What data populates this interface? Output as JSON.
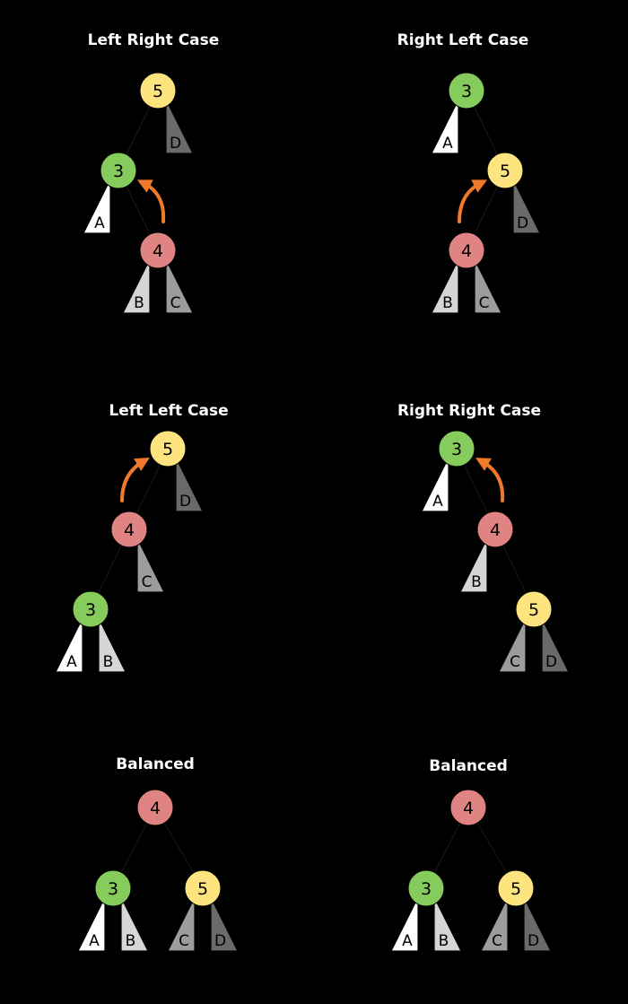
{
  "colors": {
    "background": "#000000",
    "title": "#ffffff",
    "node_green": "#86cc5c",
    "node_yellow": "#fde47f",
    "node_red": "#e08383",
    "subtree_A": "#ffffff",
    "subtree_B": "#d6d6d6",
    "subtree_C": "#9c9c9c",
    "subtree_D": "#6a6a6a",
    "arrow": "#f07a2a"
  },
  "panels": [
    {
      "id": "left-right-case",
      "title": "Left Right Case",
      "nodes": [
        {
          "id": "n5",
          "label": "5",
          "color": "yellow"
        },
        {
          "id": "n3",
          "label": "3",
          "color": "green"
        },
        {
          "id": "n4",
          "label": "4",
          "color": "red"
        }
      ],
      "edges": [
        [
          "n5",
          "n3"
        ],
        [
          "n3",
          "n4"
        ]
      ],
      "subtrees": [
        {
          "label": "D",
          "parent": "n5",
          "side": "right"
        },
        {
          "label": "A",
          "parent": "n3",
          "side": "left"
        },
        {
          "label": "B",
          "parent": "n4",
          "side": "left"
        },
        {
          "label": "C",
          "parent": "n4",
          "side": "right"
        }
      ],
      "rotation_arrow": {
        "from": "n4",
        "to": "n3"
      }
    },
    {
      "id": "right-left-case",
      "title": "Right Left Case",
      "nodes": [
        {
          "id": "n3",
          "label": "3",
          "color": "green"
        },
        {
          "id": "n5",
          "label": "5",
          "color": "yellow"
        },
        {
          "id": "n4",
          "label": "4",
          "color": "red"
        }
      ],
      "edges": [
        [
          "n3",
          "n5"
        ],
        [
          "n5",
          "n4"
        ]
      ],
      "subtrees": [
        {
          "label": "A",
          "parent": "n3",
          "side": "left"
        },
        {
          "label": "D",
          "parent": "n5",
          "side": "right"
        },
        {
          "label": "B",
          "parent": "n4",
          "side": "left"
        },
        {
          "label": "C",
          "parent": "n4",
          "side": "right"
        }
      ],
      "rotation_arrow": {
        "from": "n4",
        "to": "n5"
      }
    },
    {
      "id": "left-left-case",
      "title": "Left Left Case",
      "nodes": [
        {
          "id": "n5",
          "label": "5",
          "color": "yellow"
        },
        {
          "id": "n4",
          "label": "4",
          "color": "red"
        },
        {
          "id": "n3",
          "label": "3",
          "color": "green"
        }
      ],
      "edges": [
        [
          "n5",
          "n4"
        ],
        [
          "n4",
          "n3"
        ]
      ],
      "subtrees": [
        {
          "label": "D",
          "parent": "n5",
          "side": "right"
        },
        {
          "label": "C",
          "parent": "n4",
          "side": "right"
        },
        {
          "label": "A",
          "parent": "n3",
          "side": "left"
        },
        {
          "label": "B",
          "parent": "n3",
          "side": "right"
        }
      ],
      "rotation_arrow": {
        "from": "n4",
        "to": "n5"
      }
    },
    {
      "id": "right-right-case",
      "title": "Right Right Case",
      "nodes": [
        {
          "id": "n3",
          "label": "3",
          "color": "green"
        },
        {
          "id": "n4",
          "label": "4",
          "color": "red"
        },
        {
          "id": "n5",
          "label": "5",
          "color": "yellow"
        }
      ],
      "edges": [
        [
          "n3",
          "n4"
        ],
        [
          "n4",
          "n5"
        ]
      ],
      "subtrees": [
        {
          "label": "A",
          "parent": "n3",
          "side": "left"
        },
        {
          "label": "B",
          "parent": "n4",
          "side": "left"
        },
        {
          "label": "C",
          "parent": "n5",
          "side": "left"
        },
        {
          "label": "D",
          "parent": "n5",
          "side": "right"
        }
      ],
      "rotation_arrow": {
        "from": "n4",
        "to": "n3"
      }
    },
    {
      "id": "balanced-left",
      "title": "Balanced",
      "nodes": [
        {
          "id": "n4",
          "label": "4",
          "color": "red"
        },
        {
          "id": "n3",
          "label": "3",
          "color": "green"
        },
        {
          "id": "n5",
          "label": "5",
          "color": "yellow"
        }
      ],
      "edges": [
        [
          "n4",
          "n3"
        ],
        [
          "n4",
          "n5"
        ]
      ],
      "subtrees": [
        {
          "label": "A",
          "parent": "n3",
          "side": "left"
        },
        {
          "label": "B",
          "parent": "n3",
          "side": "right"
        },
        {
          "label": "C",
          "parent": "n5",
          "side": "left"
        },
        {
          "label": "D",
          "parent": "n5",
          "side": "right"
        }
      ]
    },
    {
      "id": "balanced-right",
      "title": "Balanced",
      "nodes": [
        {
          "id": "n4",
          "label": "4",
          "color": "red"
        },
        {
          "id": "n3",
          "label": "3",
          "color": "green"
        },
        {
          "id": "n5",
          "label": "5",
          "color": "yellow"
        }
      ],
      "edges": [
        [
          "n4",
          "n3"
        ],
        [
          "n4",
          "n5"
        ]
      ],
      "subtrees": [
        {
          "label": "A",
          "parent": "n3",
          "side": "left"
        },
        {
          "label": "B",
          "parent": "n3",
          "side": "right"
        },
        {
          "label": "C",
          "parent": "n5",
          "side": "left"
        },
        {
          "label": "D",
          "parent": "n5",
          "side": "right"
        }
      ]
    }
  ]
}
